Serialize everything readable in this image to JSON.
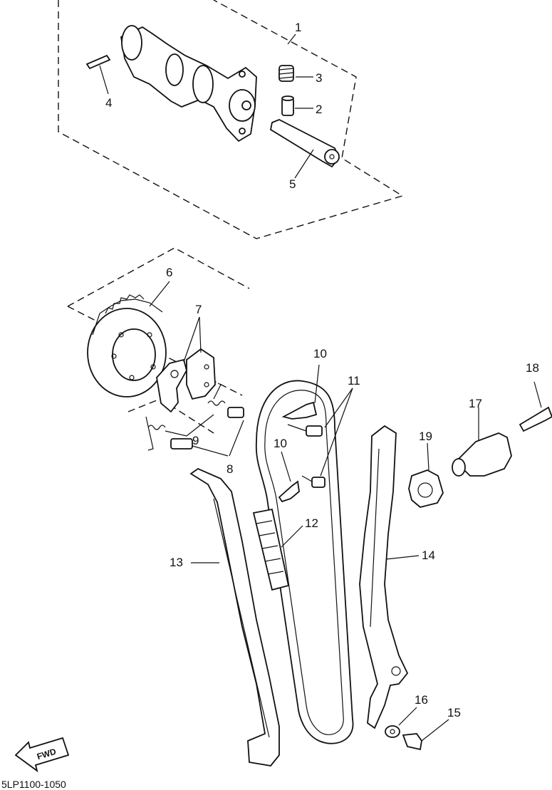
{
  "callouts": {
    "c1": "1",
    "c2": "2",
    "c3": "3",
    "c4": "4",
    "c5": "5",
    "c6": "6",
    "c7": "7",
    "c8": "8",
    "c9": "9",
    "c10a": "10",
    "c10b": "10",
    "c11": "11",
    "c12": "12",
    "c13": "13",
    "c14": "14",
    "c15": "15",
    "c16": "16",
    "c17": "17",
    "c18": "18",
    "c19": "19"
  },
  "fwd_label": "FWD",
  "footer_code": "5LP1100-1050"
}
